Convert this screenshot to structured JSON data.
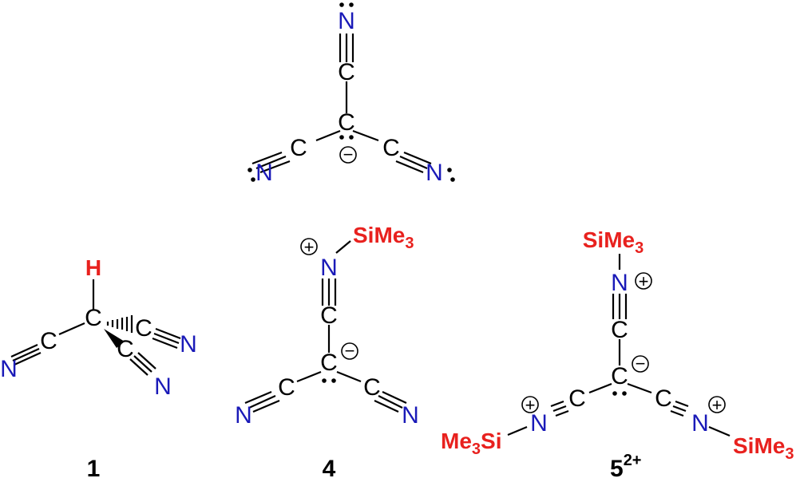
{
  "atoms": {
    "carbon": "C",
    "nitrogen": "N",
    "hydrogen": "H",
    "si_prefix": "SiMe",
    "si_sub": "3",
    "me_prefix": "Me",
    "me_sub": "3",
    "me_suffix": "Si"
  },
  "charges": {
    "minus": "−",
    "plus": "+"
  },
  "labels": {
    "compound_1": "1",
    "compound_4": "4",
    "compound_5": "5",
    "compound_5_charge": "2+"
  },
  "colors": {
    "carbon": "#000000",
    "nitrogen": "#1a1ab8",
    "substituent": "#e8211e"
  }
}
